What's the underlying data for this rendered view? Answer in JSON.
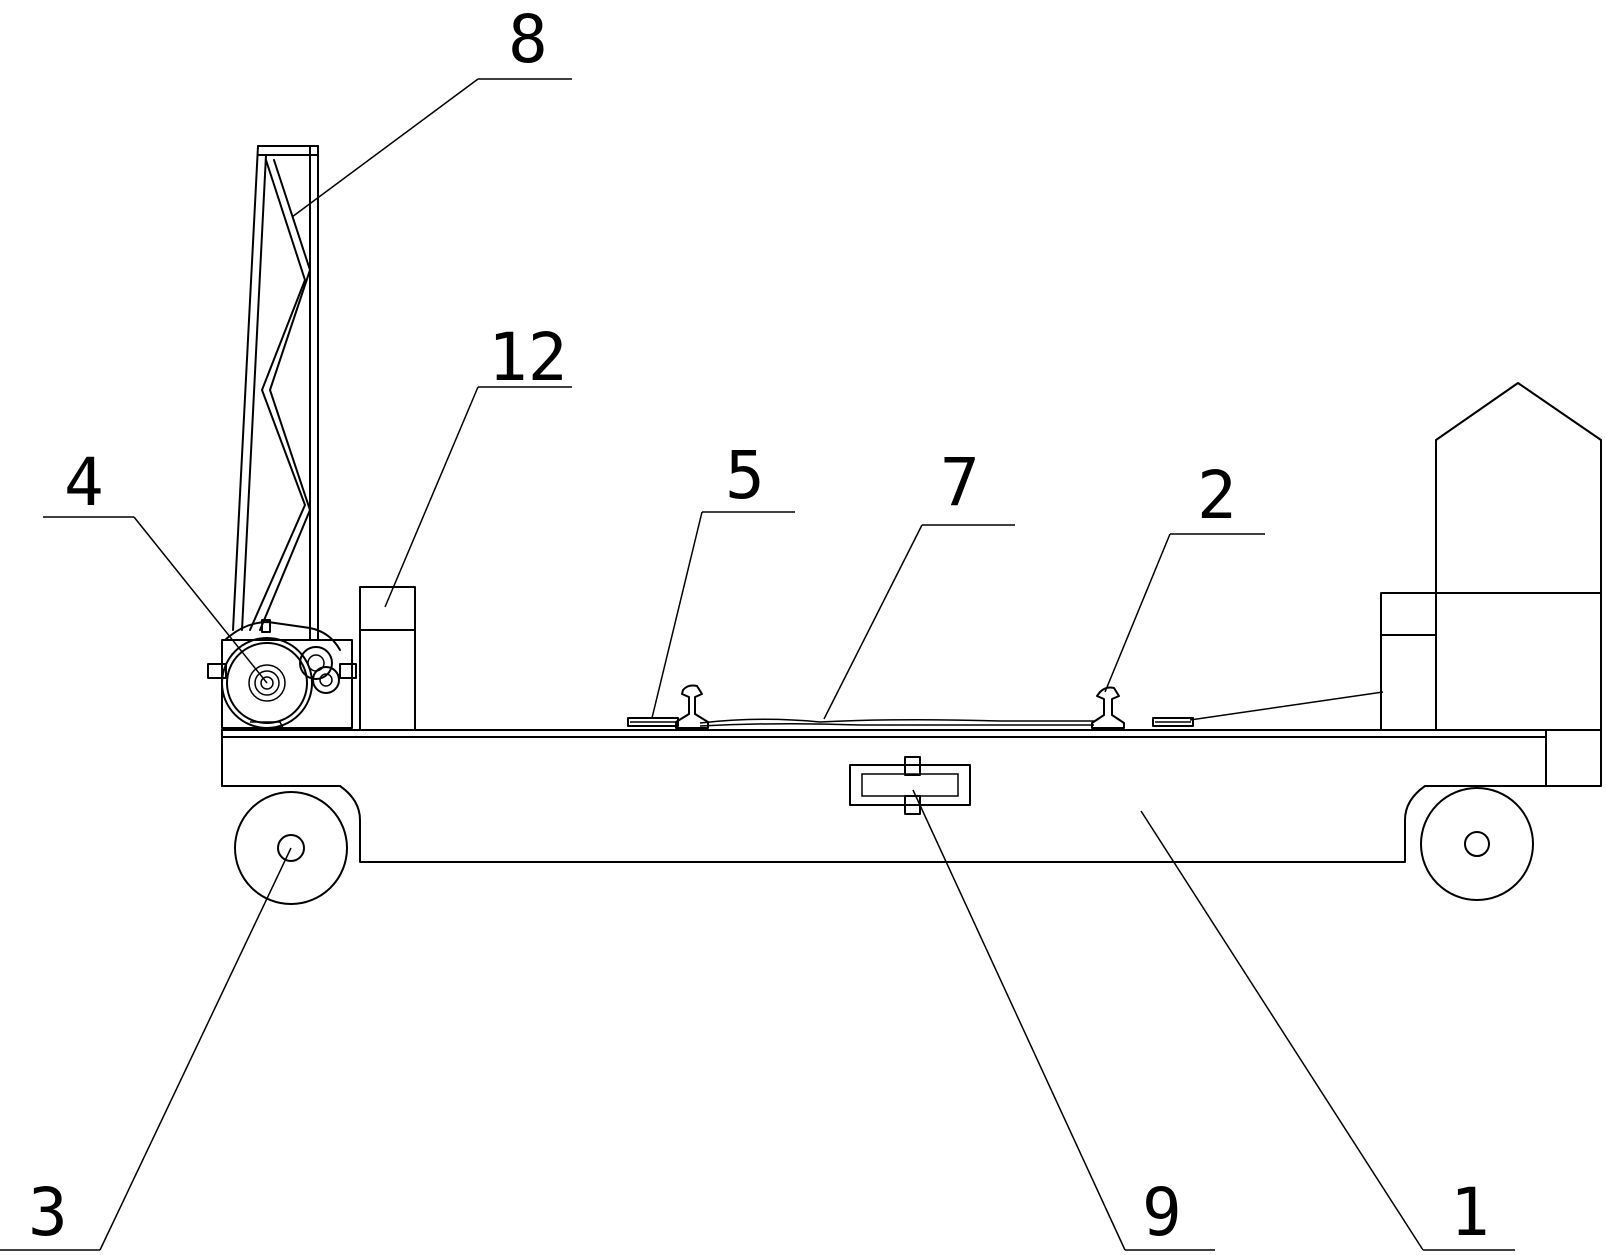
{
  "labels": {
    "l8": "8",
    "l12": "12",
    "l4": "4",
    "l5": "5",
    "l7": "7",
    "l2": "2",
    "l3": "3",
    "l9": "9",
    "l1": "1"
  }
}
